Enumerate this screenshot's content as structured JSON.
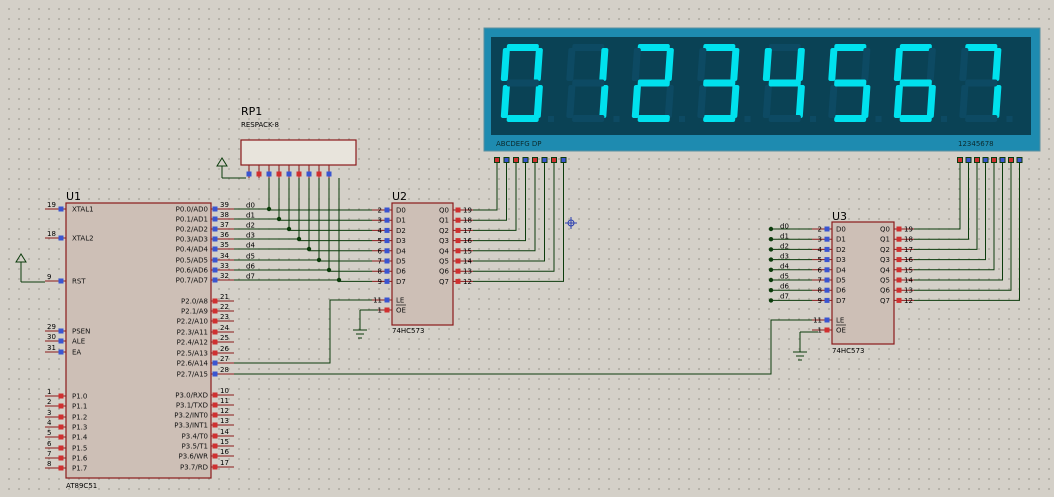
{
  "display": {
    "digits": [
      "0",
      "1",
      "2",
      "3",
      "4",
      "5",
      "6",
      "7"
    ],
    "segment_label": "ABCDEFG DP",
    "common_label": "12345678",
    "background": "#1e8bb0",
    "segment_on": "#00e1ee",
    "segment_off": "#0d4a63"
  },
  "rp1": {
    "ref": "RP1",
    "value": "RESPACK-8"
  },
  "u1": {
    "ref": "U1",
    "part": "AT89C51",
    "left_pins": [
      {
        "num": "19",
        "name": "XTAL1"
      },
      {
        "num": "18",
        "name": "XTAL2"
      },
      {
        "num": "9",
        "name": "RST"
      },
      {
        "num": "29",
        "name": "PSEN"
      },
      {
        "num": "30",
        "name": "ALE"
      },
      {
        "num": "31",
        "name": "EA"
      },
      {
        "num": "1",
        "name": "P1.0"
      },
      {
        "num": "2",
        "name": "P1.1"
      },
      {
        "num": "3",
        "name": "P1.2"
      },
      {
        "num": "4",
        "name": "P1.3"
      },
      {
        "num": "5",
        "name": "P1.4"
      },
      {
        "num": "6",
        "name": "P1.5"
      },
      {
        "num": "7",
        "name": "P1.6"
      },
      {
        "num": "8",
        "name": "P1.7"
      }
    ],
    "right_pins": [
      {
        "num": "39",
        "name": "P0.0/AD0"
      },
      {
        "num": "38",
        "name": "P0.1/AD1"
      },
      {
        "num": "37",
        "name": "P0.2/AD2"
      },
      {
        "num": "36",
        "name": "P0.3/AD3"
      },
      {
        "num": "35",
        "name": "P0.4/AD4"
      },
      {
        "num": "34",
        "name": "P0.5/AD5"
      },
      {
        "num": "33",
        "name": "P0.6/AD6"
      },
      {
        "num": "32",
        "name": "P0.7/AD7"
      },
      {
        "num": "21",
        "name": "P2.0/A8"
      },
      {
        "num": "22",
        "name": "P2.1/A9"
      },
      {
        "num": "23",
        "name": "P2.2/A10"
      },
      {
        "num": "24",
        "name": "P2.3/A11"
      },
      {
        "num": "25",
        "name": "P2.4/A12"
      },
      {
        "num": "26",
        "name": "P2.5/A13"
      },
      {
        "num": "27",
        "name": "P2.6/A14"
      },
      {
        "num": "28",
        "name": "P2.7/A15"
      },
      {
        "num": "10",
        "name": "P3.0/RXD"
      },
      {
        "num": "11",
        "name": "P3.1/TXD"
      },
      {
        "num": "12",
        "name": "P3.2/INT0"
      },
      {
        "num": "13",
        "name": "P3.3/INT1"
      },
      {
        "num": "14",
        "name": "P3.4/T0"
      },
      {
        "num": "15",
        "name": "P3.5/T1"
      },
      {
        "num": "16",
        "name": "P3.6/WR"
      },
      {
        "num": "17",
        "name": "P3.7/RD"
      }
    ]
  },
  "bus_labels": [
    "d0",
    "d1",
    "d2",
    "d3",
    "d4",
    "d5",
    "d6",
    "d7"
  ],
  "u2": {
    "ref": "U2",
    "part": "74HC573",
    "in_pins": [
      {
        "num": "2",
        "name": "D0"
      },
      {
        "num": "3",
        "name": "D1"
      },
      {
        "num": "4",
        "name": "D2"
      },
      {
        "num": "5",
        "name": "D3"
      },
      {
        "num": "6",
        "name": "D4"
      },
      {
        "num": "7",
        "name": "D5"
      },
      {
        "num": "8",
        "name": "D6"
      },
      {
        "num": "9",
        "name": "D7"
      }
    ],
    "ctrl_pins": [
      {
        "num": "11",
        "name": "LE"
      },
      {
        "num": "1",
        "name": "OE"
      }
    ],
    "out_pins": [
      {
        "num": "19",
        "name": "Q0"
      },
      {
        "num": "18",
        "name": "Q1"
      },
      {
        "num": "17",
        "name": "Q2"
      },
      {
        "num": "16",
        "name": "Q3"
      },
      {
        "num": "15",
        "name": "Q4"
      },
      {
        "num": "14",
        "name": "Q5"
      },
      {
        "num": "13",
        "name": "Q6"
      },
      {
        "num": "12",
        "name": "Q7"
      }
    ]
  },
  "u3": {
    "ref": "U3",
    "part": "74HC573",
    "in_pins": [
      {
        "num": "2",
        "name": "D0"
      },
      {
        "num": "3",
        "name": "D1"
      },
      {
        "num": "4",
        "name": "D2"
      },
      {
        "num": "5",
        "name": "D3"
      },
      {
        "num": "6",
        "name": "D4"
      },
      {
        "num": "7",
        "name": "D5"
      },
      {
        "num": "8",
        "name": "D6"
      },
      {
        "num": "9",
        "name": "D7"
      }
    ],
    "ctrl_pins": [
      {
        "num": "11",
        "name": "LE"
      },
      {
        "num": "1",
        "name": "OE"
      }
    ],
    "out_pins": [
      {
        "num": "19",
        "name": "Q0"
      },
      {
        "num": "18",
        "name": "Q1"
      },
      {
        "num": "17",
        "name": "Q2"
      },
      {
        "num": "16",
        "name": "Q3"
      },
      {
        "num": "15",
        "name": "Q4"
      },
      {
        "num": "14",
        "name": "Q5"
      },
      {
        "num": "13",
        "name": "Q6"
      },
      {
        "num": "12",
        "name": "Q7"
      }
    ]
  }
}
